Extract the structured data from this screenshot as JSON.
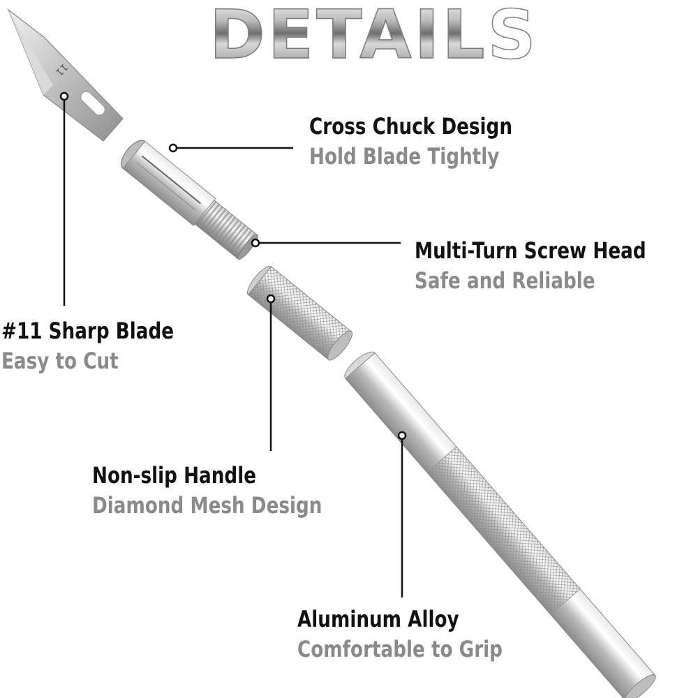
{
  "title": "DETAILS",
  "blade_number": "11",
  "callouts": [
    {
      "id": "cross-chuck",
      "title": "Cross Chuck Design",
      "subtitle": "Hold Blade Tightly"
    },
    {
      "id": "screw-head",
      "title": "Multi-Turn Screw Head",
      "subtitle": "Safe and Reliable"
    },
    {
      "id": "sharp-blade",
      "title": "#11 Sharp Blade",
      "subtitle": "Easy to Cut"
    },
    {
      "id": "non-slip-handle",
      "title": "Non-slip Handle",
      "subtitle": "Diamond Mesh Design"
    },
    {
      "id": "aluminum-alloy",
      "title": "Aluminum Alloy",
      "subtitle": "Comfortable to Grip"
    }
  ],
  "colors": {
    "heading": "#111111",
    "subheading": "#8a8a8a",
    "metal": "#c9c9c9",
    "leader": "#111111"
  }
}
